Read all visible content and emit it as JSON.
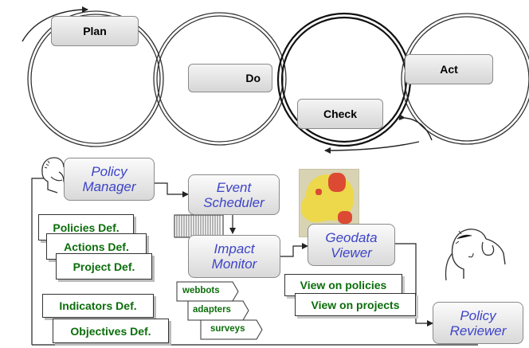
{
  "cycle": {
    "plan": "Plan",
    "do": "Do",
    "check": "Check",
    "act": "Act"
  },
  "components": {
    "policy_manager": [
      "Policy",
      "Manager"
    ],
    "event_scheduler": [
      "Event",
      "Scheduler"
    ],
    "impact_monitor": [
      "Impact",
      "Monitor"
    ],
    "geodata_viewer": [
      "Geodata",
      "Viewer"
    ],
    "policy_reviewer": [
      "Policy",
      "Reviewer"
    ]
  },
  "definitions": {
    "policies": "Policies Def.",
    "actions": "Actions Def.",
    "project": "Project Def.",
    "indicators": "Indicators Def.",
    "objectives": "Objectives Def."
  },
  "sources": {
    "webbots": "webbots",
    "adapters": "adapters",
    "surveys": "surveys"
  },
  "views": {
    "policies": "View on policies",
    "projects": "View on projects"
  },
  "colors": {
    "component_text": "#3d44c8",
    "definition_text": "#0b6e0b"
  }
}
